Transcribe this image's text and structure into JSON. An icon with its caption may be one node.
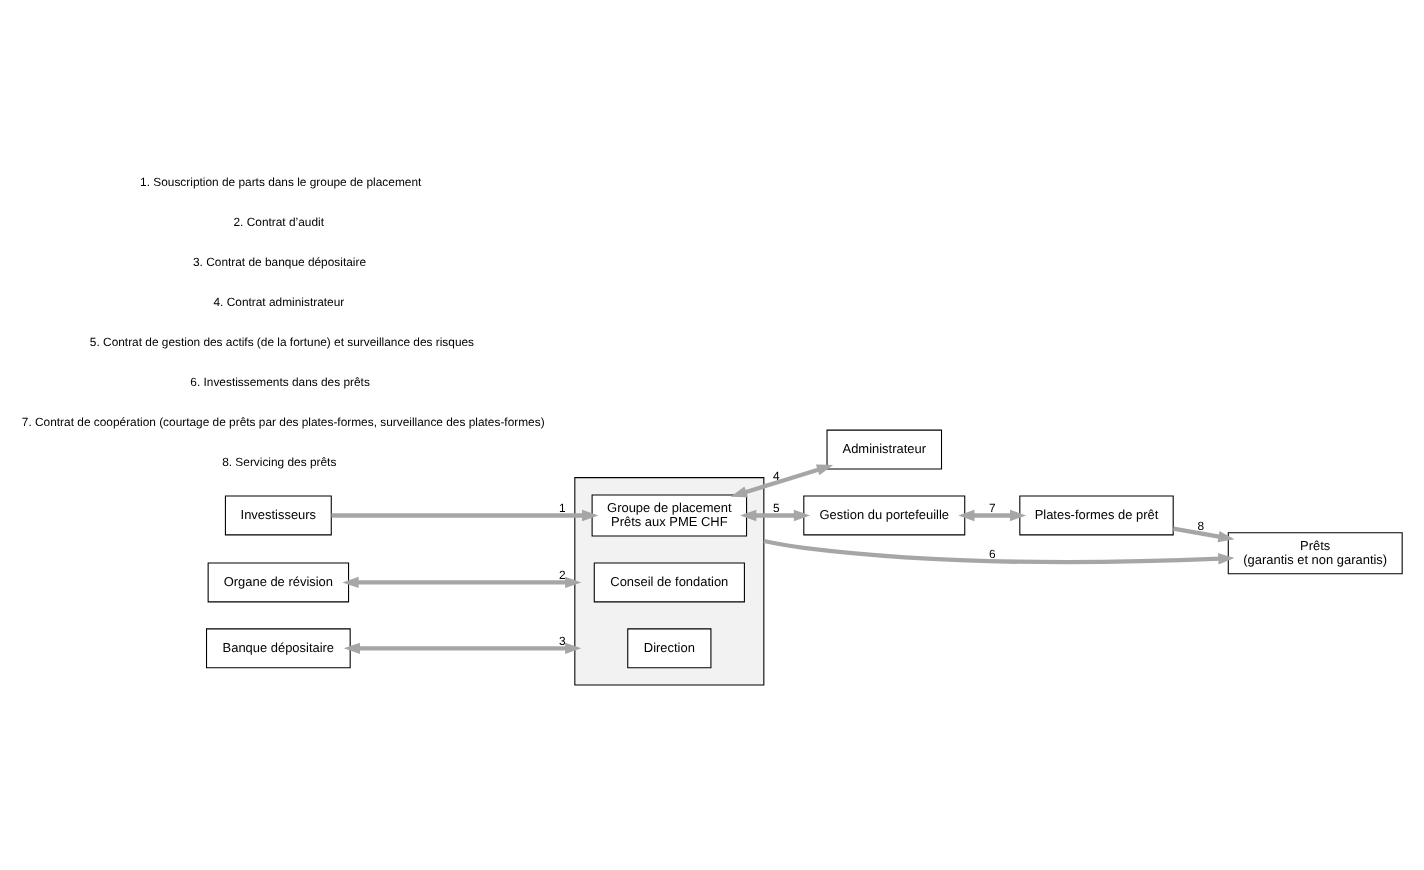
{
  "diagram": {
    "nodes": [
      {
        "text": [
          "Investisseurs"
        ]
      },
      {
        "text": [
          "Organe de révision"
        ]
      },
      {
        "text": [
          "Banque dépositaire"
        ]
      },
      {
        "text": [],
        "shape": "box"
      },
      {
        "text": [
          "Conseil de fondation"
        ],
        "in": 3
      },
      {
        "text": [
          "Direction"
        ],
        "in": 3
      },
      {
        "text": [
          "Groupe de placement",
          "Prêts aux PME CHF"
        ],
        "in": 3
      },
      {
        "text": [
          "Administrateur"
        ]
      },
      {
        "text": [
          "Gestion du portefeuille"
        ]
      },
      {
        "text": [
          "Plates-formes de prêt"
        ]
      },
      {
        "text": [
          "Prêts",
          "(garantis et non garantis)"
        ]
      }
    ],
    "edges": [
      {
        "from": 0,
        "to": 6,
        "arrow": "to",
        "label": "1"
      },
      {
        "from": 1,
        "to": 3,
        "arrow": "both",
        "label": "2"
      },
      {
        "from": 2,
        "to": 3,
        "arrow": "both",
        "label": "3"
      },
      {
        "from": 6,
        "to": 7,
        "arrow": "both",
        "label": "4"
      },
      {
        "from": 6,
        "to": 8,
        "arrow": "both",
        "label": "5"
      },
      {
        "from": 3,
        "to": 10,
        "arrow": "to",
        "label": "6"
      },
      {
        "from": 8,
        "to": 9,
        "arrow": "both",
        "label": "7"
      },
      {
        "from": 9,
        "to": 10,
        "arrow": "to",
        "label": "8"
      }
    ],
    "labels": [
      "1. Souscription de parts dans le groupe de placement",
      "2. Contrat d’audit",
      "3. Contrat de banque dépositaire",
      "4. Contrat administrateur",
      "5. Contrat de gestion des actifs (de la fortune) et surveillance des risques",
      "6. Investissements dans des prêts",
      "7. Contrat de coopération (courtage de prêts par des plates-formes, surveillance des plates-formes)",
      "8. Servicing des prêts"
    ]
  }
}
